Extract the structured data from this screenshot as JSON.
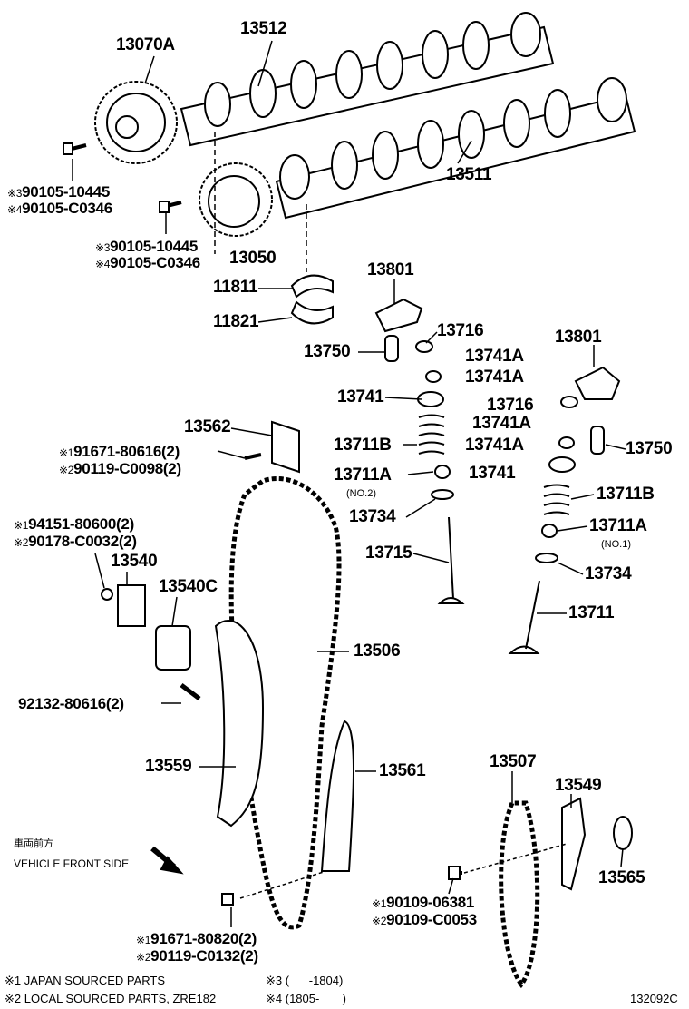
{
  "diagram_id": "132092C",
  "labels": {
    "p13070A": "13070A",
    "p13512": "13512",
    "p13511": "13511",
    "p13050": "13050",
    "p11811": "11811",
    "p11821": "11821",
    "p13801a": "13801",
    "p13801b": "13801",
    "p13716a": "13716",
    "p13716b": "13716",
    "p13750a": "13750",
    "p13750b": "13750",
    "p13741A1": "13741A",
    "p13741A2": "13741A",
    "p13741A3": "13741A",
    "p13741A4": "13741A",
    "p13741a": "13741",
    "p13741b": "13741",
    "p13562": "13562",
    "p13711Ba": "13711B",
    "p13711Bb": "13711B",
    "p13711Aa": "13711A",
    "p13711Ab": "13711A",
    "no2": "(NO.2)",
    "no1": "(NO.1)",
    "p13734a": "13734",
    "p13734b": "13734",
    "p13540": "13540",
    "p13540C": "13540C",
    "p13715": "13715",
    "p13711": "13711",
    "p13506": "13506",
    "p92132": "92132-80616(2)",
    "p13559": "13559",
    "p13561": "13561",
    "p13507": "13507",
    "p13549": "13549",
    "p13565": "13565"
  },
  "bolts": {
    "a1_mark": "※3",
    "a1": "90105-10445",
    "a2_mark": "※4",
    "a2": "90105-C0346",
    "b1_mark": "※3",
    "b1": "90105-10445",
    "b2_mark": "※4",
    "b2": "90105-C0346",
    "c1_mark": "※1",
    "c1": "91671-80616(2)",
    "c2_mark": "※2",
    "c2": "90119-C0098(2)",
    "d1_mark": "※1",
    "d1": "94151-80600(2)",
    "d2_mark": "※2",
    "d2": "90178-C0032(2)",
    "e1_mark": "※1",
    "e1": "91671-80820(2)",
    "e2_mark": "※2",
    "e2": "90119-C0132(2)",
    "f1_mark": "※1",
    "f1": "90109-06381",
    "f2_mark": "※2",
    "f2": "90109-C0053"
  },
  "direction": {
    "jp": "車両前方",
    "en": "VEHICLE FRONT SIDE"
  },
  "notes": {
    "n1": "※1 JAPAN SOURCED PARTS",
    "n2": "※2 LOCAL SOURCED PARTS, ZRE182",
    "n3": "※3 (      -1804)",
    "n4": "※4 (1805-       )"
  }
}
